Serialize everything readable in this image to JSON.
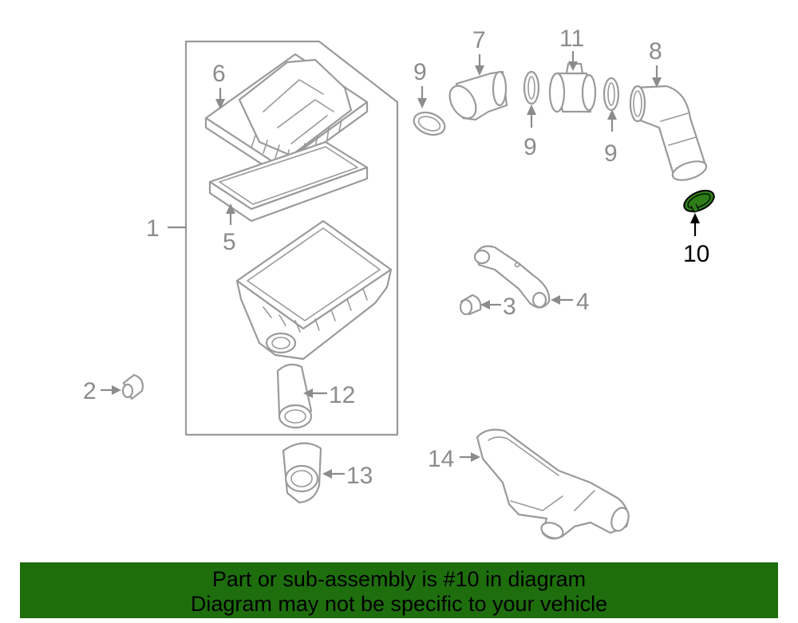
{
  "callouts": {
    "c1": "1",
    "c2": "2",
    "c3": "3",
    "c4": "4",
    "c5": "5",
    "c6": "6",
    "c7": "7",
    "c8": "8",
    "c9a": "9",
    "c9b": "9",
    "c9c": "9",
    "c10": "10",
    "c11": "11",
    "c12": "12",
    "c13": "13",
    "c14": "14"
  },
  "highlight_color": "#2e7d18",
  "banner": {
    "line1": "Part or sub-assembly is #10 in diagram",
    "line2": "Diagram may not be specific to your vehicle",
    "background": "#1e6e0e"
  }
}
